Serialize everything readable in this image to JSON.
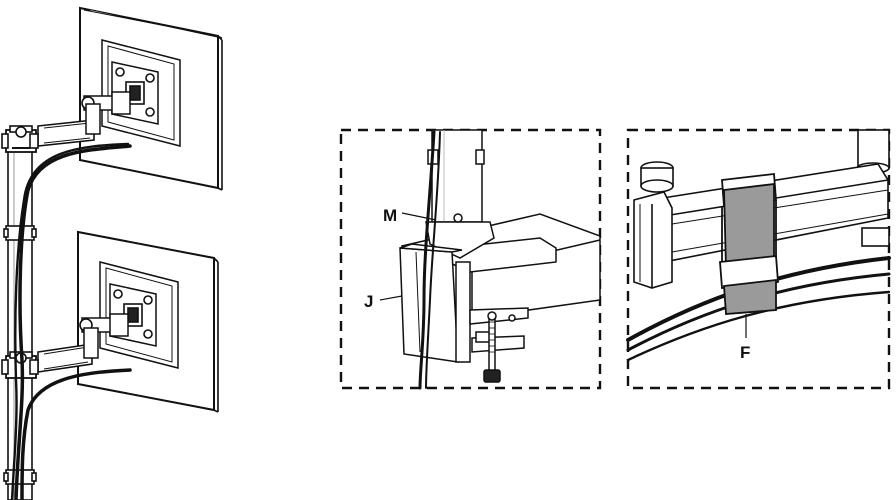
{
  "labels": {
    "m": "M",
    "j": "J",
    "f": "F"
  },
  "colors": {
    "ink": "#111111",
    "clip_fill": "#9a9a9a",
    "pole_fill": "#ffffff",
    "background": "#ffffff"
  },
  "icons": {
    "vesa_plate": "vesa-plate-icon",
    "cable_clip": "cable-clip-icon",
    "desk_clamp": "desk-clamp-icon"
  }
}
